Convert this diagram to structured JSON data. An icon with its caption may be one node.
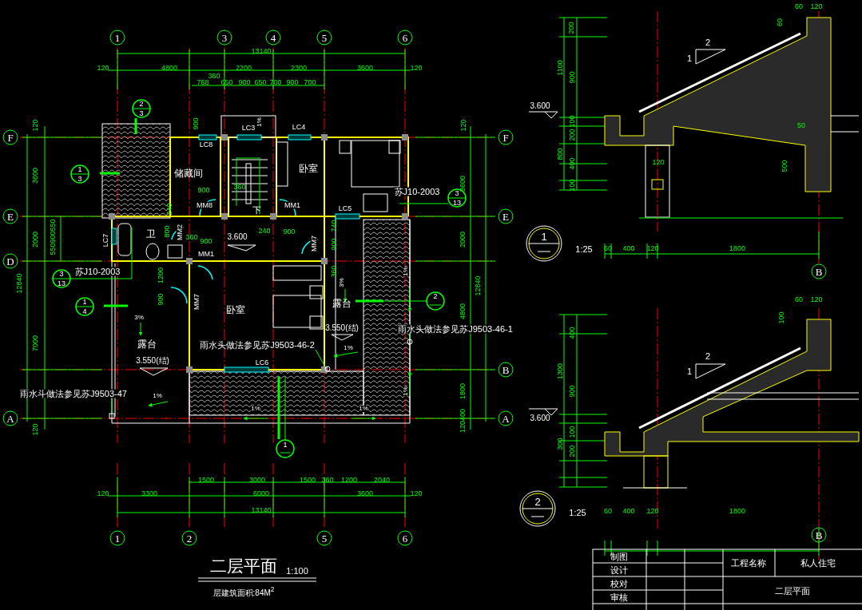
{
  "diagram": {
    "title": "二层平面",
    "caption": "层建筑面积:84M$^{2}$",
    "nodes": [
      {
        "text": [
          "雨水斗做法参见苏J9503-47"
        ]
      },
      {
        "text": [
          "雨水头做法参见苏J9503-46-2"
        ]
      },
      {
        "text": [
          "雨水头做法参见苏J9503-46-1"
        ]
      },
      {
        "text": [],
        "shape": "box"
      },
      {
        "text": [],
        "shape": "circle"
      },
      {
        "text": [],
        "shape": "circle"
      }
    ],
    "edges": [
      {
        "from": 0,
        "to": 3,
        "arrow": "none"
      },
      {
        "from": 1,
        "to": 4,
        "arrow": "none"
      },
      {
        "from": 2,
        "to": 5,
        "arrow": "none"
      }
    ],
    "labels": [
      "1",
      "3",
      "4",
      "5",
      "6",
      "13140",
      "120",
      "4800",
      "2200",
      "2300",
      "3600",
      "120",
      "768",
      "360",
      "650",
      "900",
      "650",
      "700",
      "900",
      "700",
      "2",
      "3",
      "900",
      "LC3",
      "1%",
      "LC4",
      "F",
      "120",
      "LC8",
      "120",
      "F",
      "储藏间",
      "卧室",
      "1",
      "3",
      "3600",
      "3600",
      "900",
      "360",
      "苏J10-2003",
      "3",
      "13",
      "MM8",
      "下",
      "MM1",
      "LC5",
      "E",
      "E",
      "240",
      "2000",
      "550900550",
      "LC7",
      "卫",
      "800",
      "MM2",
      "360",
      "900",
      "3.600",
      "240",
      "900",
      "MM7",
      "740",
      "900",
      "2000",
      "MM1",
      "D",
      "3",
      "13",
      "苏J10-2003",
      "12840",
      "12840",
      "1200",
      "360",
      "3%",
      "1%",
      "1",
      "4",
      "900",
      "MM7",
      "卧室",
      "露台",
      "2",
      "4800",
      "3%",
      "3.550(结)",
      "露台",
      "7000",
      "1%",
      "3.550(结)",
      "LC6",
      "B",
      "1800",
      "1%",
      "1%",
      "1%",
      "1%",
      "A",
      "A",
      "120",
      "120400",
      "1",
      "1500",
      "3000",
      "1500",
      "360",
      "1200",
      "2040",
      "120",
      "3300",
      "6000",
      "3600",
      "120",
      "13140",
      "1",
      "2",
      "5",
      "6",
      "1:100",
      "60",
      "120",
      "60",
      "200",
      "2",
      "1",
      "1100",
      "900",
      "3.600",
      "100",
      "50",
      "200",
      "800",
      "120",
      "400",
      "500",
      "100",
      "1",
      "1:25",
      "60",
      "400",
      "120",
      "1800",
      "B",
      "60",
      "120",
      "100",
      "400",
      "2",
      "1300",
      "1",
      "900",
      "3.600",
      "100",
      "300",
      "200",
      "2",
      "1:25",
      "60",
      "400",
      "120",
      "1800",
      "B",
      "制图",
      "工程名称",
      "私人住宅",
      "设计",
      "校对",
      "二层平面",
      "审核"
    ]
  }
}
